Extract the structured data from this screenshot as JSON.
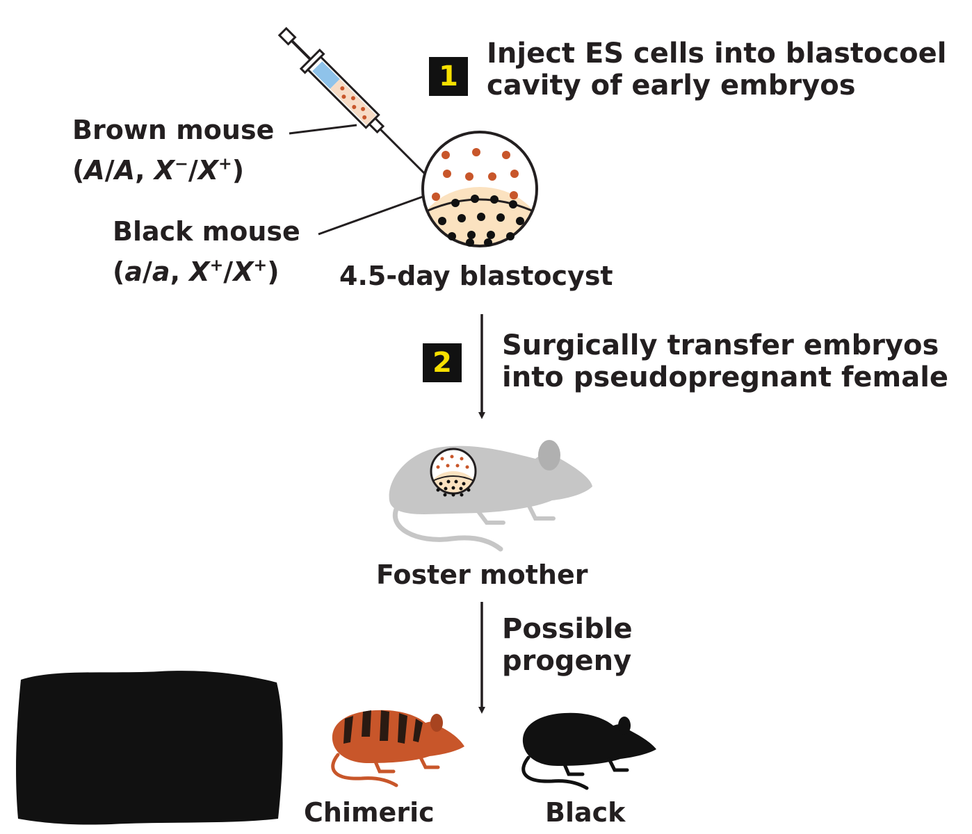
{
  "steps": [
    {
      "number": "1",
      "text_line1": "Inject ES cells into blastocoel",
      "text_line2": "cavity of early embryos"
    },
    {
      "number": "2",
      "text_line1": "Surgically transfer embryos",
      "text_line2": "into pseudopregnant female"
    }
  ],
  "labels": {
    "brown_mouse": "Brown mouse",
    "brown_genotype": {
      "open": "(",
      "a1": "A",
      "slash1": "/",
      "a2": "A",
      "comma": ", ",
      "x1": "X",
      "x1_sup": "−",
      "slash2": "/",
      "x2": "X",
      "x2_sup": "+",
      "close": ")"
    },
    "black_mouse": "Black mouse",
    "black_genotype": {
      "open": "(",
      "a1": "a",
      "slash1": "/",
      "a2": "a",
      "comma": ", ",
      "x1": "X",
      "x1_sup": "+",
      "slash2": "/",
      "x2": "X",
      "x2_sup": "+",
      "close": ")"
    },
    "blastocyst": "4.5-day blastocyst",
    "foster_mother": "Foster mother",
    "progeny_line1": "Possible",
    "progeny_line2": "progeny",
    "chimeric": "Chimeric",
    "black": "Black"
  },
  "colors": {
    "es_cell": "#c8562a",
    "inner_cell": "#111111",
    "inner_mass_fill": "#fbe2c0",
    "foster_mouse": "#c6c6c6",
    "chimeric_body": "#c8562a",
    "chimeric_stripes": "#2a1a12",
    "black_mouse": "#111111",
    "badge_bg": "#111111",
    "badge_text": "#f7e000",
    "syringe_liquid": "#8fc3ea"
  },
  "icons": [
    "syringe-icon",
    "blastocyst-icon",
    "foster-mouse-icon",
    "chimeric-mouse-icon",
    "black-mouse-icon",
    "redaction-block"
  ]
}
